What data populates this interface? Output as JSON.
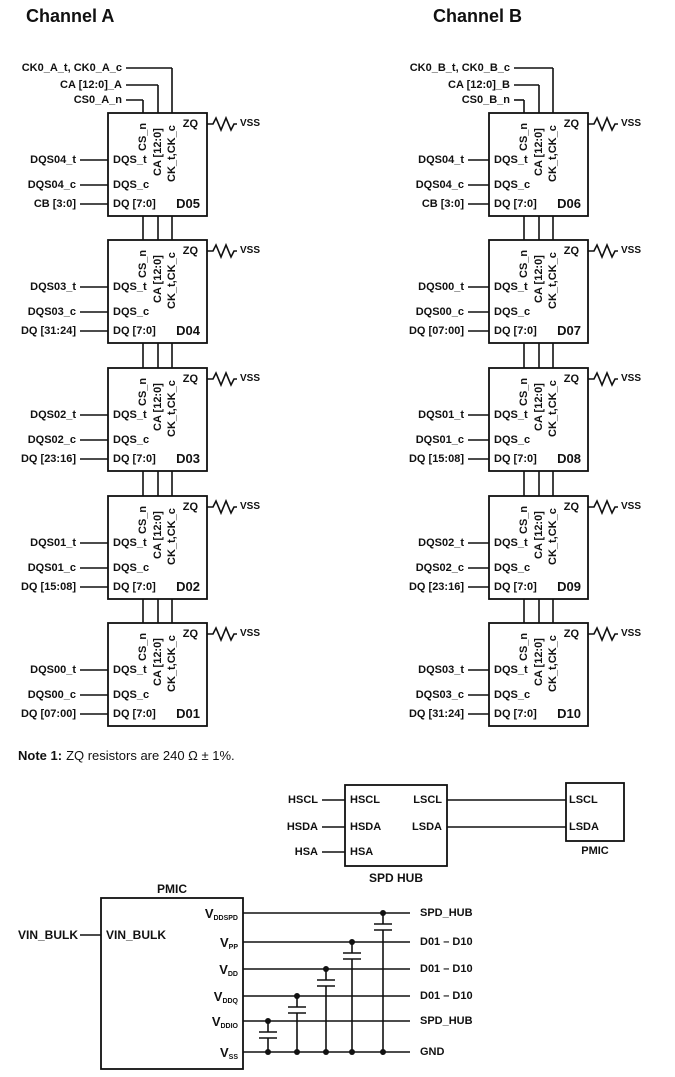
{
  "colors": {
    "ink": "#111111",
    "background": "#ffffff"
  },
  "channels": [
    {
      "title": "Channel A",
      "top_signals": [
        "CK0_A_t, CK0_A_c",
        "CA [12:0]_A",
        "CS0_A_n"
      ],
      "chips": [
        {
          "id": "D05",
          "ext": [
            "DQS04_t",
            "DQS04_c",
            "CB [3:0]"
          ]
        },
        {
          "id": "D04",
          "ext": [
            "DQS03_t",
            "DQS03_c",
            "DQ [31:24]"
          ]
        },
        {
          "id": "D03",
          "ext": [
            "DQS02_t",
            "DQS02_c",
            "DQ [23:16]"
          ]
        },
        {
          "id": "D02",
          "ext": [
            "DQS01_t",
            "DQS01_c",
            "DQ [15:08]"
          ]
        },
        {
          "id": "D01",
          "ext": [
            "DQS00_t",
            "DQS00_c",
            "DQ [07:00]"
          ]
        }
      ]
    },
    {
      "title": "Channel B",
      "top_signals": [
        "CK0_B_t, CK0_B_c",
        "CA [12:0]_B",
        "CS0_B_n"
      ],
      "chips": [
        {
          "id": "D06",
          "ext": [
            "DQS04_t",
            "DQS04_c",
            "CB [3:0]"
          ]
        },
        {
          "id": "D07",
          "ext": [
            "DQS00_t",
            "DQS00_c",
            "DQ [07:00]"
          ]
        },
        {
          "id": "D08",
          "ext": [
            "DQS01_t",
            "DQS01_c",
            "DQ [15:08]"
          ]
        },
        {
          "id": "D09",
          "ext": [
            "DQS02_t",
            "DQS02_c",
            "DQ [23:16]"
          ]
        },
        {
          "id": "D10",
          "ext": [
            "DQS03_t",
            "DQS03_c",
            "DQ [31:24]"
          ]
        }
      ]
    }
  ],
  "chip_pins": {
    "top": [
      "CS_n",
      "CA [12:0]",
      "CK_t,CK_c"
    ],
    "left": [
      "DQS_t",
      "DQS_c",
      "DQ [7:0]"
    ],
    "zq": "ZQ",
    "vss": "VSS"
  },
  "note": {
    "label": "Note 1:",
    "text": "ZQ resistors are 240 Ω ± 1%."
  },
  "spd_hub": {
    "box_label": "SPD HUB",
    "ext_signals": [
      "HSCL",
      "HSDA",
      "HSA"
    ],
    "left_pins": [
      "HSCL",
      "HSDA",
      "HSA"
    ],
    "right_pins": [
      "LSCL",
      "LSDA"
    ],
    "pmic": {
      "box_label": "PMIC",
      "pins": [
        "LSCL",
        "LSDA"
      ]
    }
  },
  "pmic": {
    "box_label": "PMIC",
    "ext_signal": "VIN_BULK",
    "input_pin": "VIN_BULK",
    "rails": [
      {
        "pin": "V",
        "sub": "DDSPD",
        "dest": "SPD_HUB"
      },
      {
        "pin": "V",
        "sub": "PP",
        "dest": "D01 – D10"
      },
      {
        "pin": "V",
        "sub": "DD",
        "dest": "D01 – D10"
      },
      {
        "pin": "V",
        "sub": "DDQ",
        "dest": "D01 – D10"
      },
      {
        "pin": "V",
        "sub": "DDIO",
        "dest": "SPD_HUB"
      },
      {
        "pin": "V",
        "sub": "SS",
        "dest": "GND"
      }
    ]
  }
}
